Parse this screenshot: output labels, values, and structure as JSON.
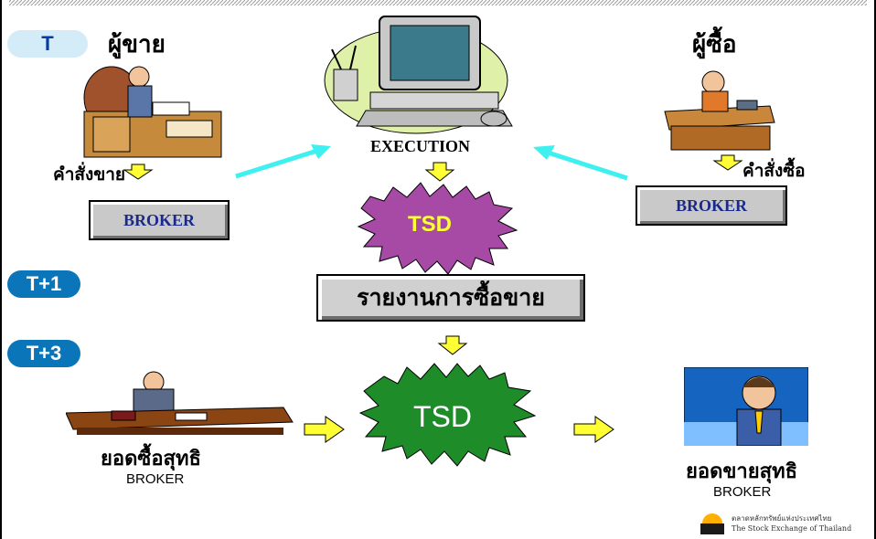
{
  "timeline": {
    "t": "T",
    "t1": "T+1",
    "t3": "T+3"
  },
  "seller": {
    "title": "ผู้ขาย",
    "order": "คำสั่งขาย",
    "broker": "BROKER"
  },
  "buyer": {
    "title": "ผู้ซื้อ",
    "order": "คำสั่งซื้อ",
    "broker": "BROKER"
  },
  "center": {
    "execution": "EXECUTION",
    "tsd_top": "TSD",
    "report": "รายงานการซื้อขาย",
    "tsd_bottom": "TSD"
  },
  "net_buy": {
    "title": "ยอดซื้อสุทธิ",
    "sub": "BROKER"
  },
  "net_sell": {
    "title": "ยอดขายสุทธิ",
    "sub": "BROKER"
  },
  "logo": {
    "thai": "ตลาดหลักทรัพย์แห่งประเทศไทย",
    "english": "The Stock Exchange of Thailand"
  },
  "colors": {
    "pill_light": "#d3ecf8",
    "pill_dark": "#0b75b9",
    "arrow_yellow": "#ffff33",
    "arrow_cyan": "#3ff0f0",
    "tsd_purple": "#a64aa6",
    "tsd_green": "#1f8c2a"
  },
  "icons": [
    "seller-desk-clipart",
    "computer-clipart",
    "buyer-phone-clipart",
    "broker-desk-clipart",
    "businessman-portrait-clipart",
    "set-logo-icon"
  ]
}
